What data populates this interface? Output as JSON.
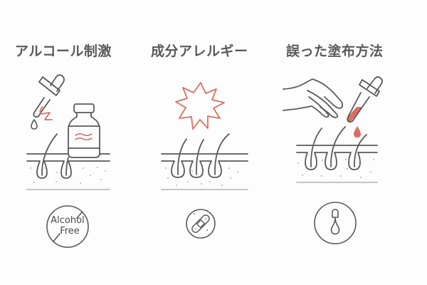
{
  "panels": [
    {
      "title": "アルコール制激",
      "illustration": "dropper-bottle-skin-irritation",
      "badge": {
        "icon": "alcohol-free-badge",
        "line1": "Alcohol",
        "line2": "Free"
      }
    },
    {
      "title": "成分アレルギー",
      "illustration": "starburst-skin-allergy",
      "badge": {
        "icon": "bandage-badge"
      }
    },
    {
      "title": "誤った塗布方法",
      "illustration": "hand-dropper-skin-application",
      "badge": {
        "icon": "dropper-drop-badge"
      }
    }
  ],
  "colors": {
    "line": "#5a5a5a",
    "accent": "#d9705f",
    "base_line": "#bdbdbd",
    "dots": "#b5b5b5",
    "background": "#fdfdfd"
  }
}
